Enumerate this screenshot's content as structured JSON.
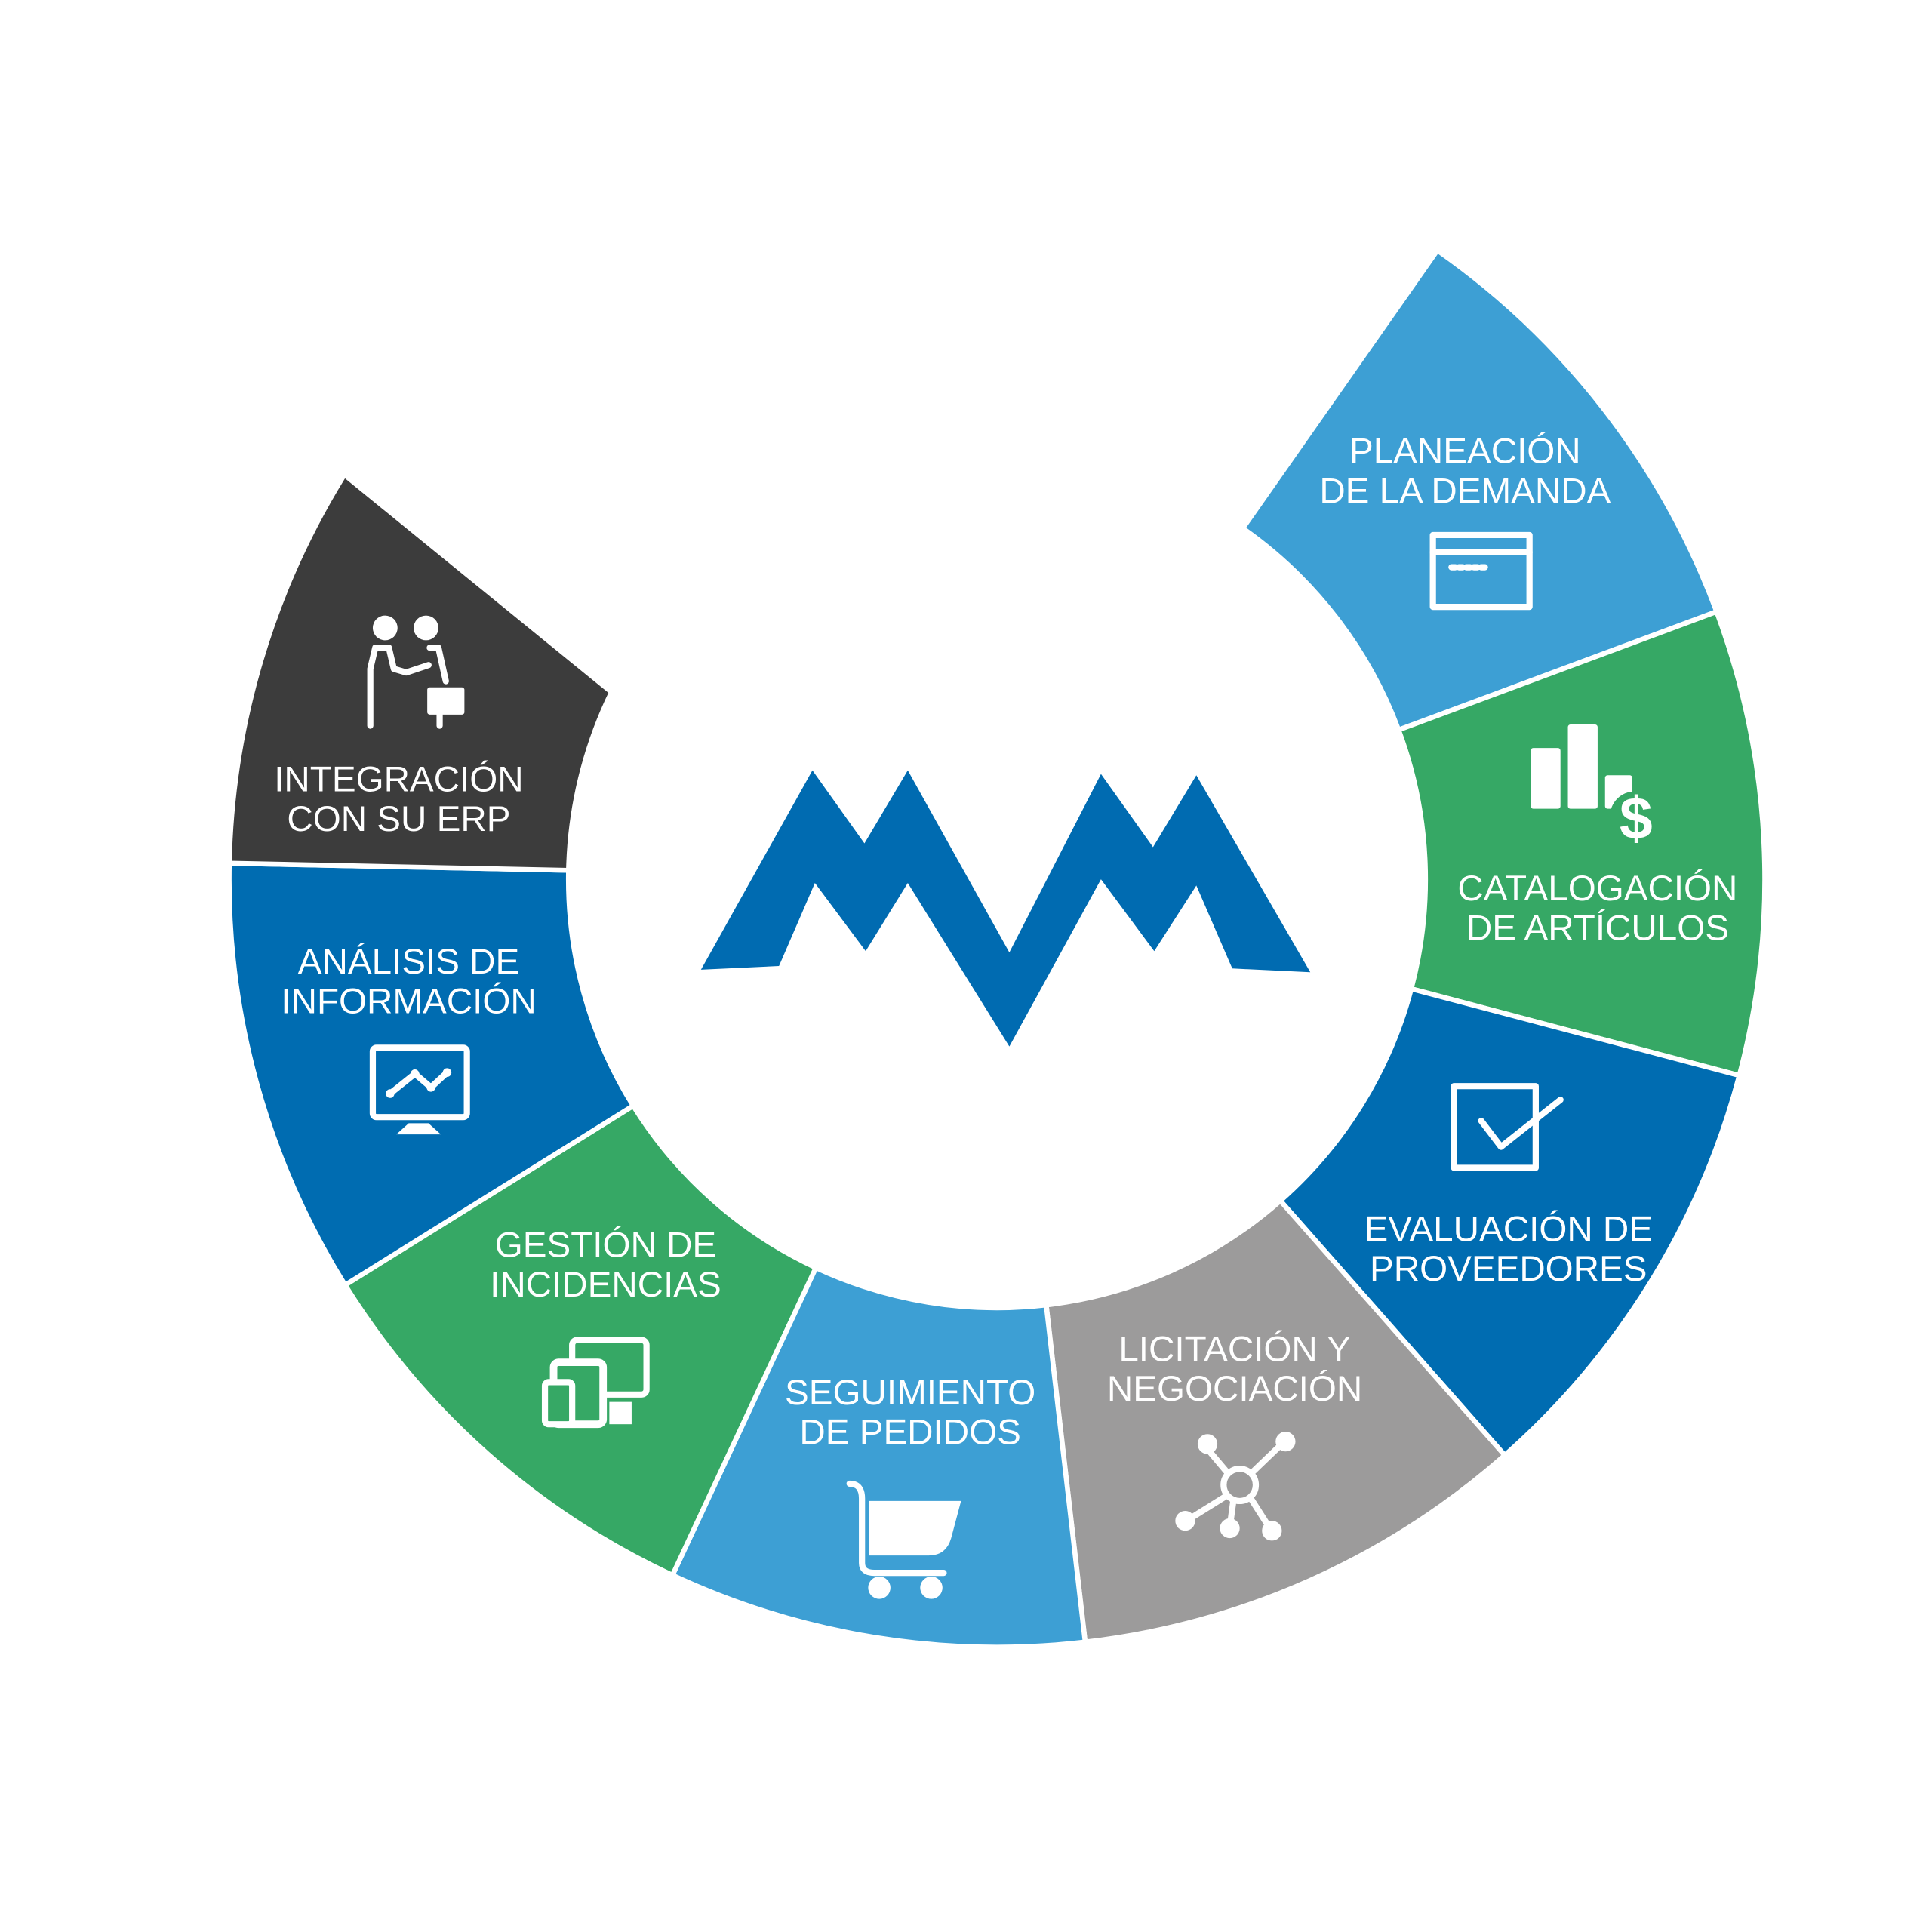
{
  "title": "Ciclo de gestión de compras",
  "logo": {
    "name": "MM logo",
    "color": "#006bb1"
  },
  "colors": {
    "light_blue": "#3d9fd4",
    "green": "#36a865",
    "dark_blue": "#006cb1",
    "gray": "#9c9b9b",
    "dark": "#3c3c3c",
    "text": "#ffffff"
  },
  "segments": [
    {
      "id": "planeacion",
      "line1": "PLANEACIÓN",
      "line2": "DE LA DEMANDA",
      "icon": "browser-window-icon",
      "color": "#3d9fd4"
    },
    {
      "id": "catalogacion",
      "line1": "CATALOGACIÓN",
      "line2": "DE ARTÍCULOS",
      "icon": "bar-chart-dollar-icon",
      "color": "#36a865"
    },
    {
      "id": "evaluacion",
      "line1": "EVALUACIÓN DE",
      "line2": "PROVEEDORES",
      "icon": "checkbox-icon",
      "color": "#006cb1"
    },
    {
      "id": "licitacion",
      "line1": "LICITACIÓN Y",
      "line2": "NEGOCIACIÓN",
      "icon": "network-hub-icon",
      "color": "#9c9b9b"
    },
    {
      "id": "seguimiento",
      "line1": "SEGUIMIENTO",
      "line2": "DE PEDIDOS",
      "icon": "shopping-cart-icon",
      "color": "#3d9fd4"
    },
    {
      "id": "gestion",
      "line1": "GESTIÓN DE",
      "line2": "INCIDENCIAS",
      "icon": "devices-icon",
      "color": "#36a865"
    },
    {
      "id": "analisis",
      "line1": "ANÁLISIS DE",
      "line2": "INFORMACIÓN",
      "icon": "monitor-chart-icon",
      "color": "#006cb1"
    },
    {
      "id": "integracion",
      "line1": "INTEGRACIÓN",
      "line2": "CON SU ERP",
      "icon": "handshake-icon",
      "color": "#3c3c3c"
    }
  ]
}
